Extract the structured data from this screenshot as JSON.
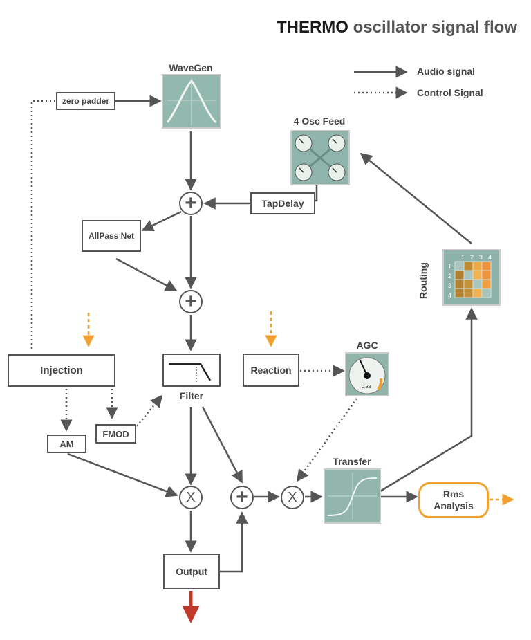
{
  "title": {
    "bold": "THERMO",
    "rest": "oscillator signal flow"
  },
  "legend": {
    "audio": "Audio signal",
    "control": "Control Signal"
  },
  "modules": {
    "wavegen": "WaveGen",
    "osc_feed": "4 Osc Feed",
    "agc": "AGC",
    "agc_value": "0.38",
    "transfer": "Transfer",
    "routing": "Routing",
    "filter": "Filter"
  },
  "routing_grid": {
    "col_labels": [
      "1",
      "2",
      "3",
      "4"
    ],
    "row_labels": [
      "1",
      "2",
      "3",
      "4"
    ]
  },
  "boxes": {
    "zero_padder": "zero padder",
    "tap_delay": "TapDelay",
    "allpass": "AllPass Net",
    "injection": "Injection",
    "reaction": "Reaction",
    "am": "AM",
    "fmod": "FMOD",
    "output": "Output",
    "rms_line1": "Rms",
    "rms_line2": "Analysis"
  },
  "operators": {
    "plus": "+",
    "times": "X"
  },
  "colors": {
    "line": "#555555",
    "control_orange": "#f0a030",
    "output_arrow": "#c0392b",
    "module_bg": "#8fb5ac",
    "grid_cell_dark": "#b8842e",
    "grid_cell_light": "#f0a040"
  }
}
